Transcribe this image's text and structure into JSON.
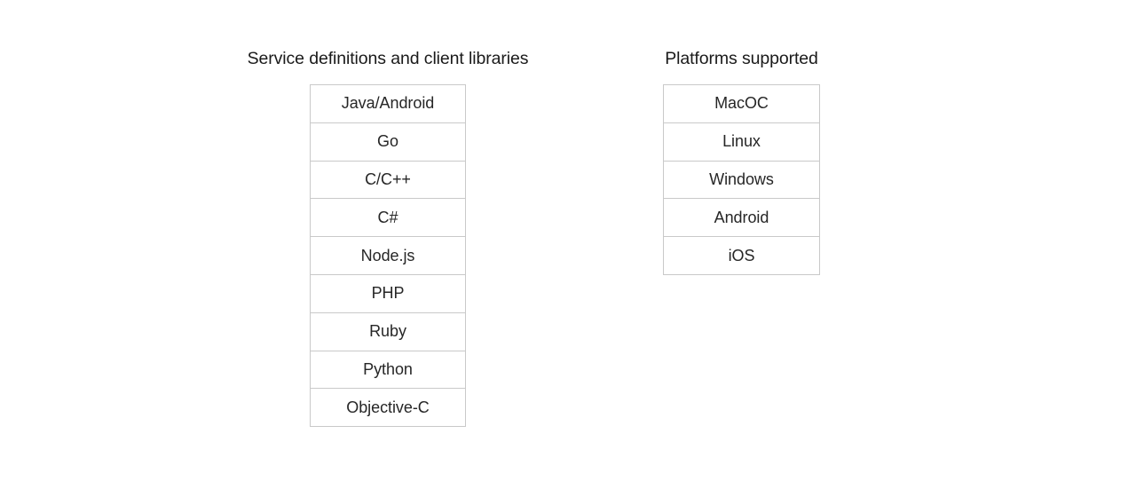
{
  "page": {
    "background_color": "#ffffff",
    "text_color": "#262626",
    "title_color": "#1a1a1a",
    "border_color": "#c9c9c9"
  },
  "columns": [
    {
      "id": "service-definitions-and-client-libraries",
      "title": "Service definitions and client libraries",
      "items": [
        "Java/Android",
        "Go",
        "C/C++",
        "C#",
        "Node.js",
        "PHP",
        "Ruby",
        "Python",
        "Objective-C"
      ]
    },
    {
      "id": "platforms-supported",
      "title": "Platforms supported",
      "items": [
        "MacOC",
        "Linux",
        "Windows",
        "Android",
        "iOS"
      ]
    }
  ]
}
